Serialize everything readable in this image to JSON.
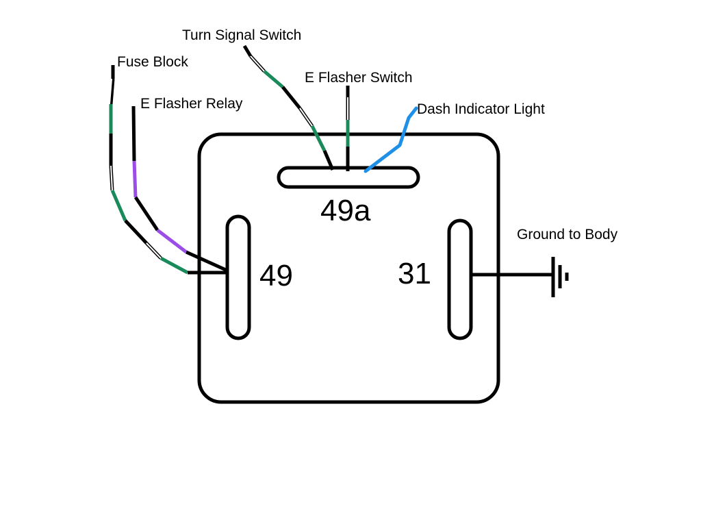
{
  "labels": {
    "turn_signal_switch": "Turn Signal Switch",
    "fuse_block": "Fuse Block",
    "e_flasher_relay": "E Flasher Relay",
    "e_flasher_switch": "E Flasher Switch",
    "dash_indicator_light": "Dash Indicator Light",
    "ground_to_body": "Ground to Body"
  },
  "pins": {
    "pin_49": "49",
    "pin_49a": "49a",
    "pin_31": "31"
  },
  "colors": {
    "outline": "#000000",
    "green": "#1a8a5a",
    "purple": "#9b4de8",
    "blue": "#1e90e8",
    "white": "#ffffff"
  }
}
